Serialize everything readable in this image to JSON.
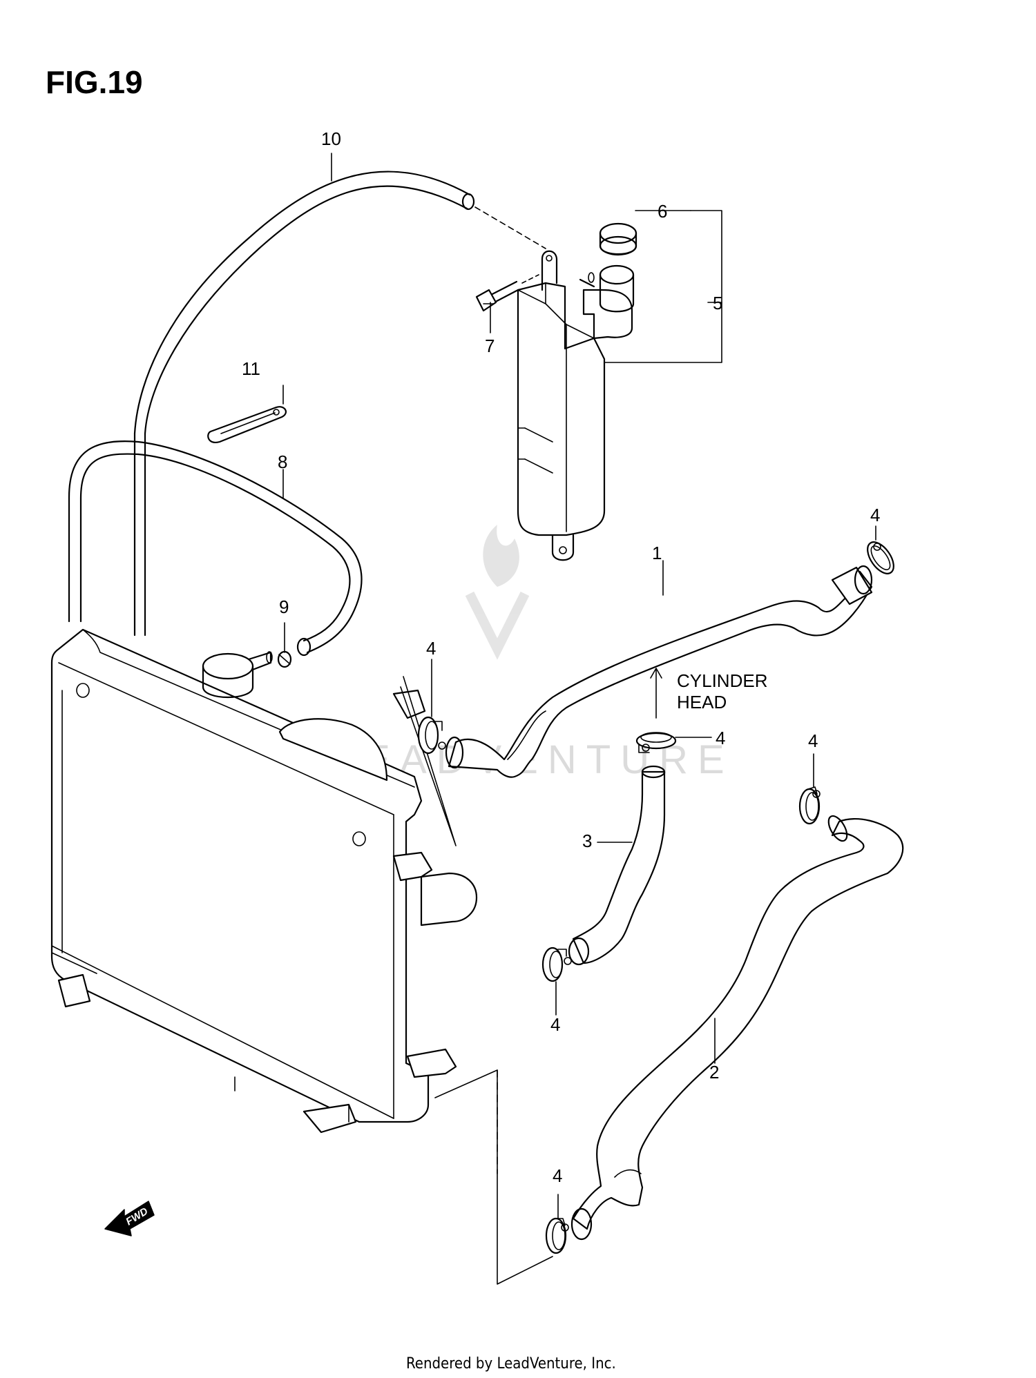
{
  "figure": {
    "title": "FIG.19"
  },
  "callouts": {
    "c1": "1",
    "c2": "2",
    "c3": "3",
    "c4a": "4",
    "c4b": "4",
    "c4c": "4",
    "c4d": "4",
    "c4e": "4",
    "c4f": "4",
    "c5": "5",
    "c6": "6",
    "c7": "7",
    "c8": "8",
    "c9": "9",
    "c10": "10",
    "c11": "11"
  },
  "annotations": {
    "cylinder_head_line1": "CYLINDER",
    "cylinder_head_line2": "HEAD",
    "fwd": "FWD"
  },
  "watermark": {
    "text": "LEADVENTURE"
  },
  "footer": {
    "text": "Rendered by LeadVenture, Inc."
  },
  "colors": {
    "line": "#000000",
    "background": "#ffffff",
    "watermark": "#d8d8d8"
  }
}
